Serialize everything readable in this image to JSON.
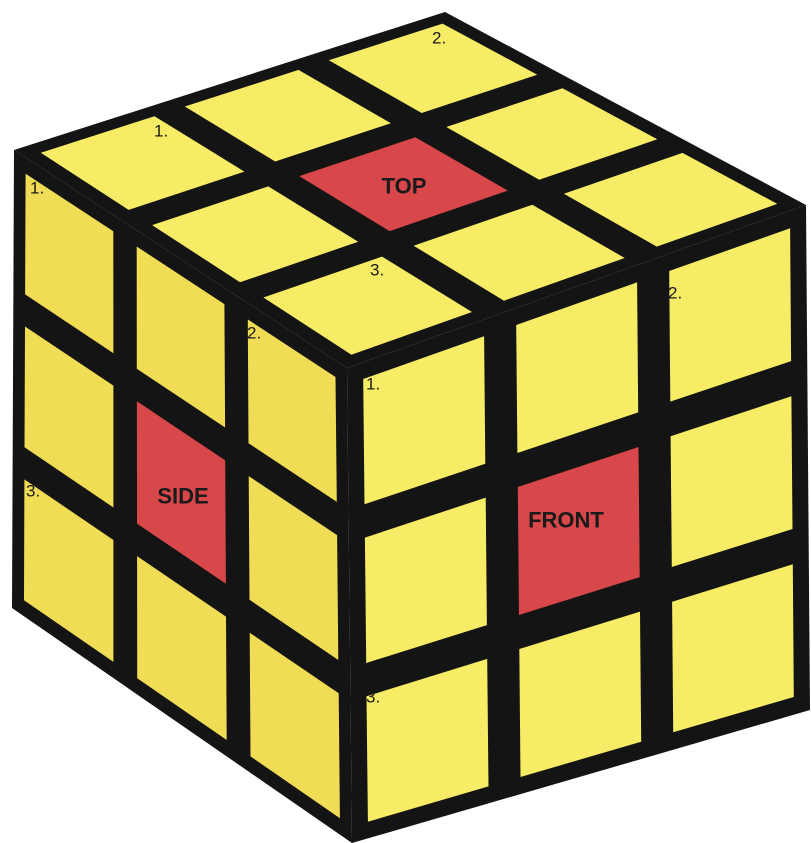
{
  "faces": {
    "top": {
      "label": "TOP"
    },
    "side": {
      "label": "SIDE"
    },
    "front": {
      "label": "FRONT"
    }
  },
  "corner_labels": {
    "top_1": "1.",
    "top_2": "2.",
    "top_3": "3.",
    "side_1": "1.",
    "side_2": "2.",
    "side_3": "3.",
    "front_1": "1.",
    "front_2": "2.",
    "front_3": "3."
  },
  "colors": {
    "edge": "#141414",
    "sticker_yellow": "#f6ec66",
    "sticker_yellow_shade": "#f1dc55",
    "sticker_red": "#d8474a"
  }
}
